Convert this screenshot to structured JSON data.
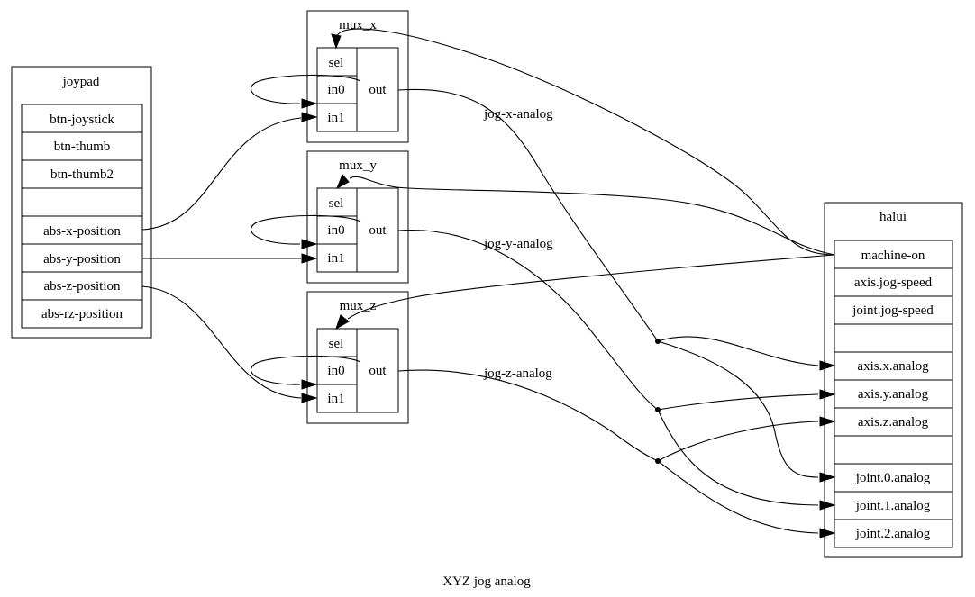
{
  "diagram": {
    "caption": "XYZ jog analog",
    "joypad": {
      "title": "joypad",
      "pins": [
        "btn-joystick",
        "btn-thumb",
        "btn-thumb2",
        "",
        "abs-x-position",
        "abs-y-position",
        "abs-z-position",
        "abs-rz-position"
      ]
    },
    "mux_x": {
      "title": "mux_x",
      "sel": "sel",
      "in0": "in0",
      "in1": "in1",
      "out": "out"
    },
    "mux_y": {
      "title": "mux_y",
      "sel": "sel",
      "in0": "in0",
      "in1": "in1",
      "out": "out"
    },
    "mux_z": {
      "title": "mux_z",
      "sel": "sel",
      "in0": "in0",
      "in1": "in1",
      "out": "out"
    },
    "halui": {
      "title": "halui",
      "pins": [
        "machine-on",
        "axis.jog-speed",
        "joint.jog-speed",
        "",
        "axis.x.analog",
        "axis.y.analog",
        "axis.z.analog",
        "",
        "joint.0.analog",
        "joint.1.analog",
        "joint.2.analog"
      ]
    },
    "signals": {
      "jog_x": "jog-x-analog",
      "jog_y": "jog-y-analog",
      "jog_z": "jog-z-analog"
    }
  }
}
